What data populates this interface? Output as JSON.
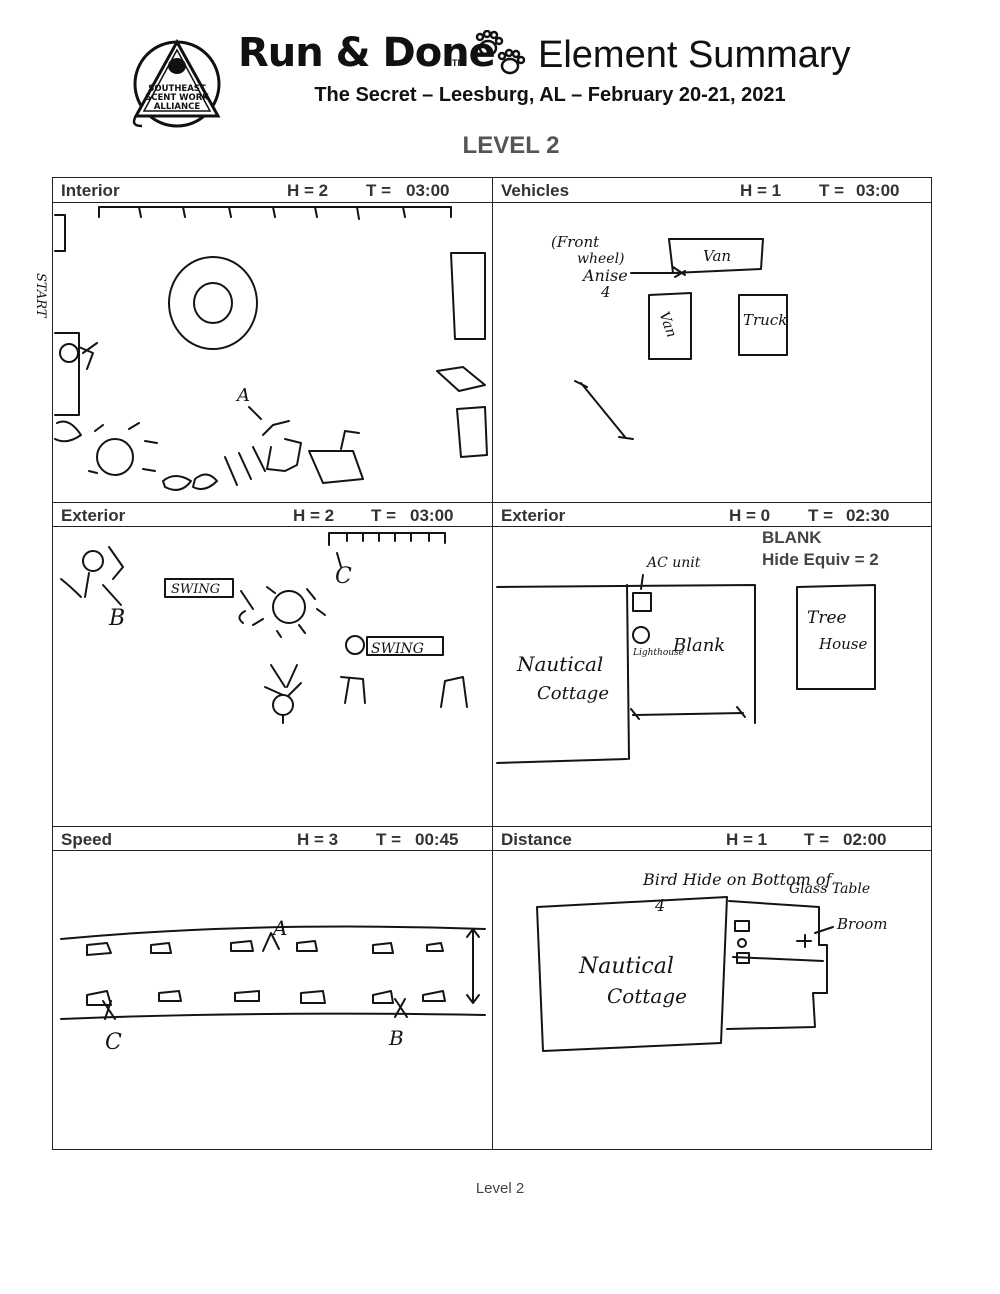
{
  "header": {
    "logo_text": [
      "SOUTHEAST",
      "SCENT WORK",
      "ALLIANCE"
    ],
    "brand": "Run & Done",
    "trademark": "TM",
    "title": "Element Summary",
    "subtitle": "The Secret – Leesburg, AL – February 20-21, 2021",
    "level": "LEVEL 2"
  },
  "elements": [
    {
      "name": "Interior",
      "hides": "H =  2",
      "time_label": "T =",
      "time": "03:00"
    },
    {
      "name": "Vehicles",
      "hides": "H = 1",
      "time_label": "T =",
      "time": "03:00"
    },
    {
      "name": "Exterior",
      "hides": "H = 2",
      "time_label": "T =",
      "time": "03:00"
    },
    {
      "name": "Exterior",
      "hides": "H = 0",
      "time_label": "T =",
      "time": "02:30",
      "note_line1": "BLANK",
      "note_line2": "Hide Equiv = 2"
    },
    {
      "name": "Speed",
      "hides": "H = 3",
      "time_label": "T =",
      "time": "00:45"
    },
    {
      "name": "Distance",
      "hides": "H = 1",
      "time_label": "T =",
      "time": "02:00"
    }
  ],
  "handwriting": {
    "interior": {
      "start": "START",
      "marker_a": "A"
    },
    "vehicles": {
      "front_wheel_1": "(Front",
      "front_wheel_2": "wheel)",
      "anise": "Anise",
      "anise_num": "4",
      "van_top": "Van",
      "van_left": "Van",
      "truck": "Truck"
    },
    "exterior1": {
      "swing_1": "SWING",
      "swing_2": "SWING",
      "marker_b": "B",
      "marker_c": "C"
    },
    "exterior2": {
      "ac_unit": "AC unit",
      "nautical": "Nautical",
      "cottage": "Cottage",
      "lighthouse": "Lighthouse",
      "blank": "Blank",
      "tree": "Tree",
      "house": "House"
    },
    "speed": {
      "marker_a": "A",
      "marker_b": "B",
      "marker_c": "C"
    },
    "distance": {
      "bird_hide": "Bird Hide on Bottom of",
      "glass_table": "Glass Table",
      "num": "4",
      "nautical": "Nautical",
      "cottage": "Cottage",
      "broom": "Broom"
    }
  },
  "footer": {
    "text": "Level 2"
  }
}
